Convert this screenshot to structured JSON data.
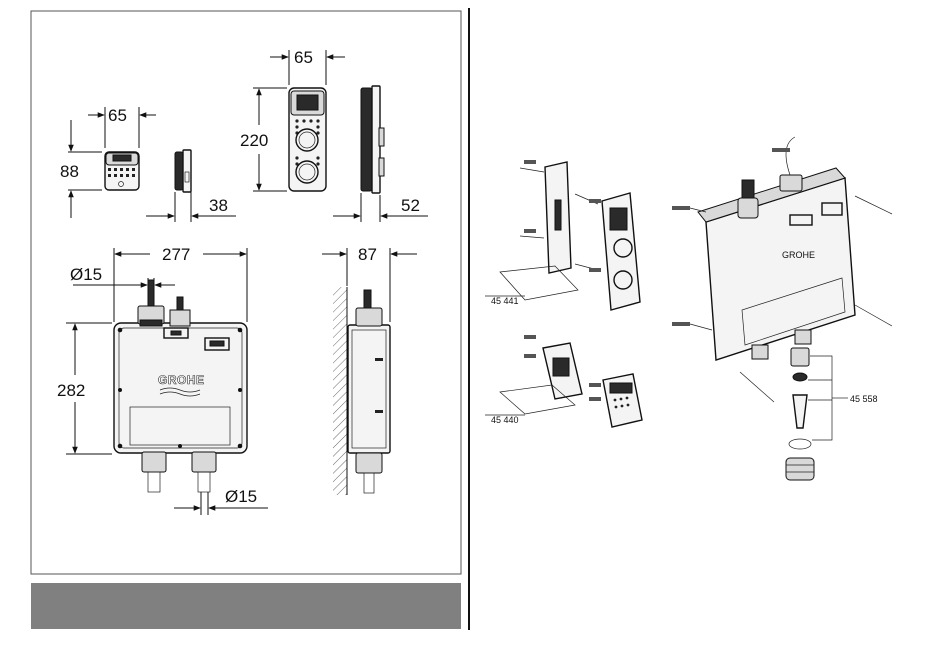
{
  "dimensions": {
    "panel_small_width": "65",
    "panel_small_height": "88",
    "panel_small_depth": "38",
    "panel_large_width": "65",
    "panel_large_height": "220",
    "panel_large_depth": "52",
    "box_width": "277",
    "box_height": "282",
    "box_depth": "87",
    "pipe_top_diameter": "Ø15",
    "pipe_bottom_diameter": "Ø15"
  },
  "logo_text": "GROHE",
  "part_numbers": {
    "frame_large": "45 441",
    "frame_small": "45 440",
    "connector_kit": "45 558"
  },
  "colors": {
    "footer_bar": "#808080",
    "frame_border": "#555555",
    "divider": "#111111"
  }
}
